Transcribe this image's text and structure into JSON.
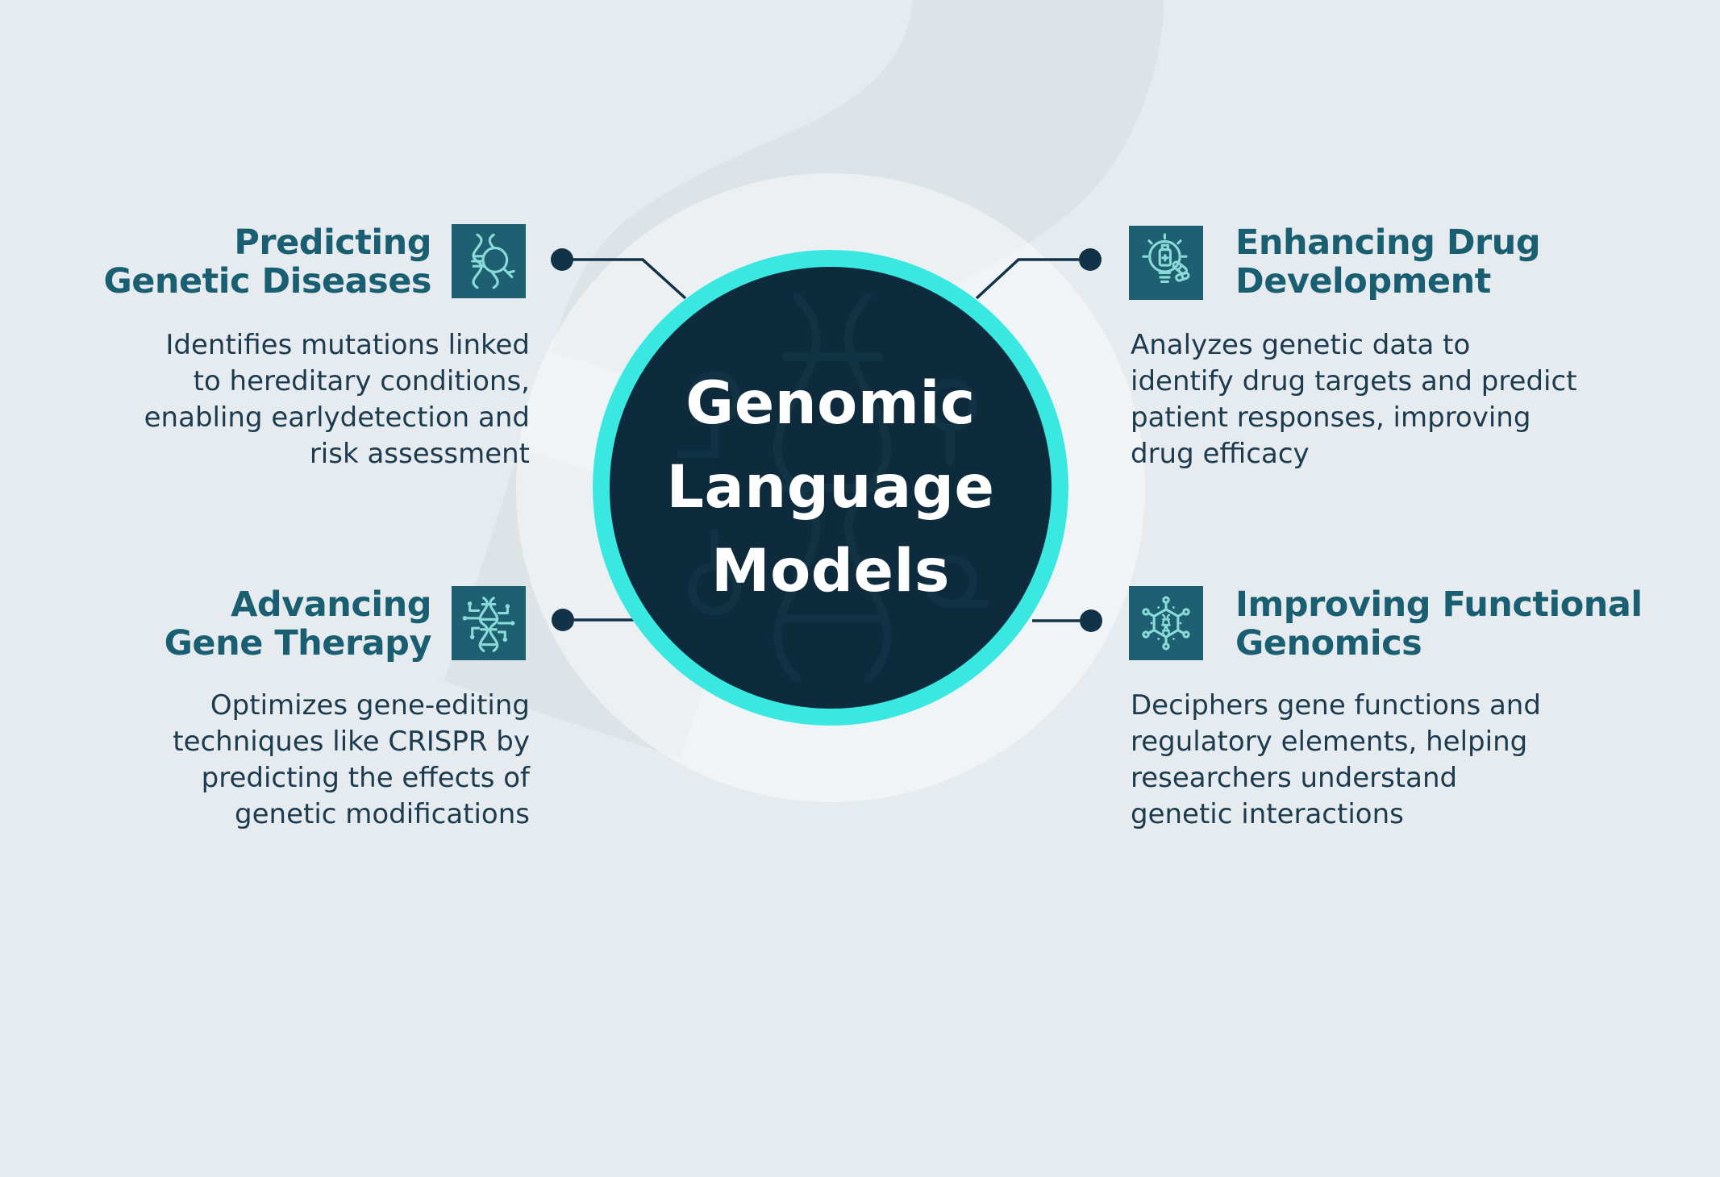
{
  "background": {
    "watermark_glyph": "?",
    "base_color": "#e5ebee",
    "watermark_color": "#dce4e8"
  },
  "center": {
    "title": "Genomic\nLanguage\nModels",
    "circle_color": "#0d2b3c",
    "ring_color": "#38e8e1",
    "text_color": "#ffffff"
  },
  "colors": {
    "heading": "#1a5e72",
    "body_text": "#1d3b4e",
    "icon_box": "#1e6072",
    "icon_glyph": "#8adbd8",
    "connector": "#123247"
  },
  "items": [
    {
      "id": "predicting-genetic-diseases",
      "title": "Predicting\nGenetic Diseases",
      "description": "Identifies mutations linked\nto hereditary conditions,\nenabling earlydetection and\nrisk assessment",
      "icon": "dna-magnifier-icon"
    },
    {
      "id": "enhancing-drug-development",
      "title": "Enhancing Drug\nDevelopment",
      "description": "Analyzes genetic data to\nidentify drug targets and predict\npatient responses, improving\ndrug efficacy",
      "icon": "drug-discovery-bulb-icon"
    },
    {
      "id": "advancing-gene-therapy",
      "title": "Advancing\nGene Therapy",
      "description": "Optimizes gene-editing\ntechniques like CRISPR by\npredicting the effects of\ngenetic modifications",
      "icon": "dna-circuit-icon"
    },
    {
      "id": "improving-functional-genomics",
      "title": "Improving Functional\nGenomics",
      "description": "Deciphers gene functions and\nregulatory elements, helping\nresearchers understand\ngenetic interactions",
      "icon": "hexagon-network-icon"
    }
  ]
}
